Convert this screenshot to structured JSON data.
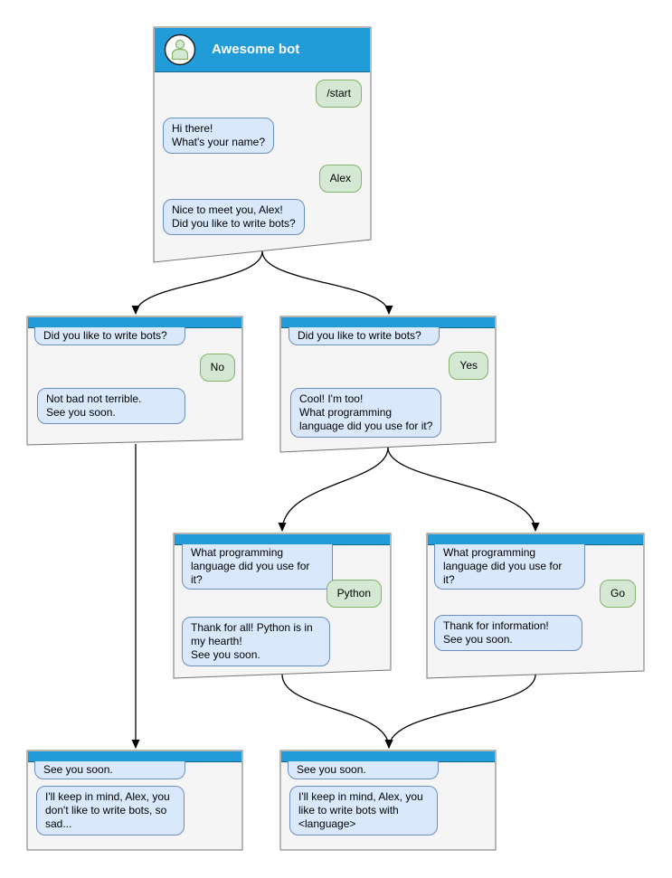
{
  "colors": {
    "header_blue": "#229bd9",
    "window_fill": "#f5f5f5",
    "window_stroke": "#737373",
    "bot_bubble_fill": "#dae8fc",
    "bot_bubble_stroke": "#6c8ebf",
    "user_bubble_fill": "#d5e8d4",
    "user_bubble_stroke": "#82b366"
  },
  "windows": {
    "root": {
      "title": "Awesome bot",
      "messages": [
        {
          "role": "user",
          "text": "/start"
        },
        {
          "role": "bot",
          "text": "Hi there!\nWhat's your name?"
        },
        {
          "role": "user",
          "text": "Alex"
        },
        {
          "role": "bot",
          "text": "Nice to meet you, Alex!\nDid you like to write bots?"
        }
      ]
    },
    "no_branch": {
      "context": "Did you like to write bots?",
      "answer": "No",
      "reply": "Not bad not terrible.\nSee you soon."
    },
    "yes_branch": {
      "context": "Did you like to write bots?",
      "answer": "Yes",
      "reply": "Cool! I'm too!\nWhat programming\nlanguage did you use for it?"
    },
    "python_branch": {
      "context": "What programming\nlanguage did you use for it?",
      "answer": "Python",
      "reply": "Thank for all! Python is in\nmy hearth!\nSee you soon."
    },
    "go_branch": {
      "context": "What programming\nlanguage did you use for it?",
      "answer": "Go",
      "reply": "Thank for information!\nSee you soon."
    },
    "end_no": {
      "context": "See you soon.",
      "reply": "I'll keep in mind, Alex, you\ndon't like to write bots, so\nsad..."
    },
    "end_yes": {
      "context": "See you soon.",
      "reply": "I'll keep in mind, Alex, you\nlike to write bots with\n<language>"
    }
  }
}
